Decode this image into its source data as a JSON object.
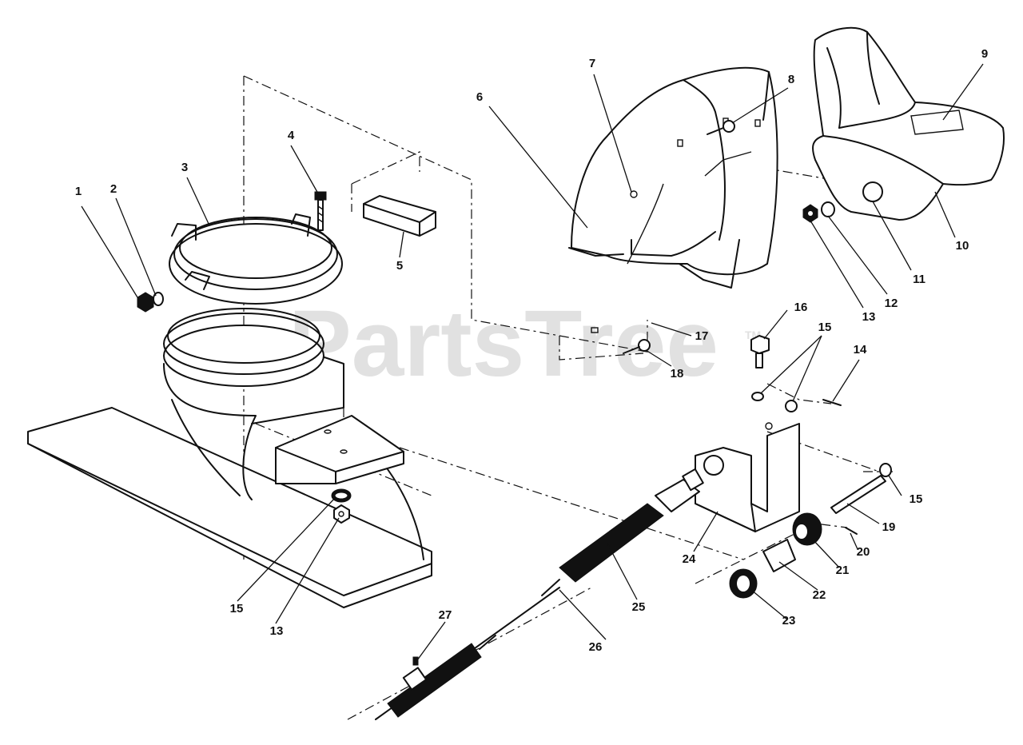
{
  "watermark": {
    "text": "PartsTree",
    "tm": "TM"
  },
  "parts": [
    {
      "id": "1",
      "label": "1"
    },
    {
      "id": "2",
      "label": "2"
    },
    {
      "id": "3",
      "label": "3"
    },
    {
      "id": "4",
      "label": "4"
    },
    {
      "id": "5",
      "label": "5"
    },
    {
      "id": "6",
      "label": "6"
    },
    {
      "id": "7",
      "label": "7"
    },
    {
      "id": "8",
      "label": "8"
    },
    {
      "id": "9",
      "label": "9"
    },
    {
      "id": "10",
      "label": "10"
    },
    {
      "id": "11",
      "label": "11"
    },
    {
      "id": "12",
      "label": "12"
    },
    {
      "id": "13a",
      "label": "13"
    },
    {
      "id": "13b",
      "label": "13"
    },
    {
      "id": "14",
      "label": "14"
    },
    {
      "id": "15a",
      "label": "15"
    },
    {
      "id": "15b",
      "label": "15"
    },
    {
      "id": "15c",
      "label": "15"
    },
    {
      "id": "16",
      "label": "16"
    },
    {
      "id": "17",
      "label": "17"
    },
    {
      "id": "18",
      "label": "18"
    },
    {
      "id": "19",
      "label": "19"
    },
    {
      "id": "20",
      "label": "20"
    },
    {
      "id": "21",
      "label": "21"
    },
    {
      "id": "22",
      "label": "22"
    },
    {
      "id": "23",
      "label": "23"
    },
    {
      "id": "24",
      "label": "24"
    },
    {
      "id": "25",
      "label": "25"
    },
    {
      "id": "26",
      "label": "26"
    },
    {
      "id": "27",
      "label": "27"
    }
  ]
}
